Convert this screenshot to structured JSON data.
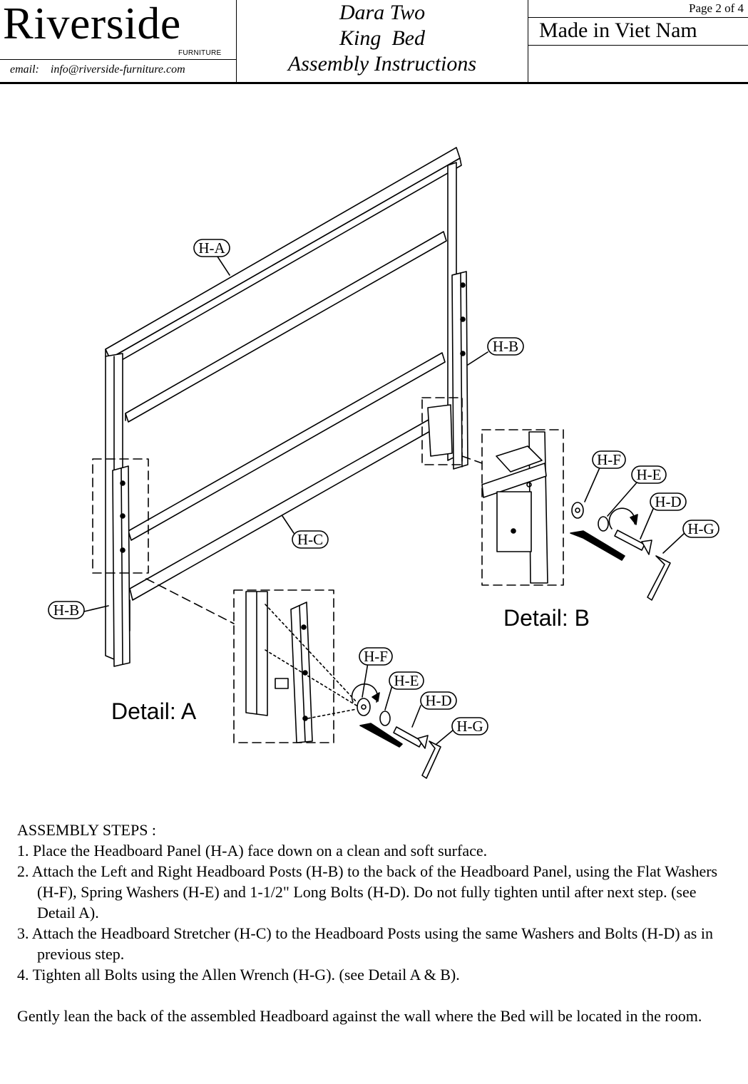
{
  "header": {
    "brand": "Riverside",
    "brand_sub": "FURNITURE",
    "email_label": "email:",
    "email": "info@riverside-furniture.com",
    "title_lines": [
      "Dara Two",
      "King  Bed",
      "Assembly Instructions"
    ],
    "page": "Page 2 of 4",
    "made_in": "Made in Viet Nam"
  },
  "diagram": {
    "labels": {
      "ha": "H-A",
      "hb_right": "H-B",
      "hb_left": "H-B",
      "hc": "H-C",
      "b_hf": "H-F",
      "b_he": "H-E",
      "b_hd": "H-D",
      "b_hg": "H-G",
      "a_hf": "H-F",
      "a_he": "H-E",
      "a_hd": "H-D",
      "a_hg": "H-G"
    },
    "detail_a": "Detail: A",
    "detail_b": "Detail: B"
  },
  "steps": {
    "heading": "ASSEMBLY STEPS :",
    "items": [
      "1. Place the Headboard Panel (H-A) face down on a clean and soft surface.",
      "2. Attach the Left and Right Headboard Posts (H-B) to the back of the Headboard Panel, using the Flat Washers (H-F), Spring Washers (H-E) and 1-1/2\" Long Bolts (H-D).  Do not fully tighten until after next step.  (see Detail A).",
      "3. Attach the Headboard Stretcher (H-C) to the Headboard Posts using the same Washers and Bolts (H-D) as in previous step.",
      "4. Tighten all Bolts using the Allen Wrench (H-G). (see Detail A & B)."
    ],
    "note": "Gently lean the back of the assembled Headboard against the wall where the Bed will be located in the room."
  }
}
